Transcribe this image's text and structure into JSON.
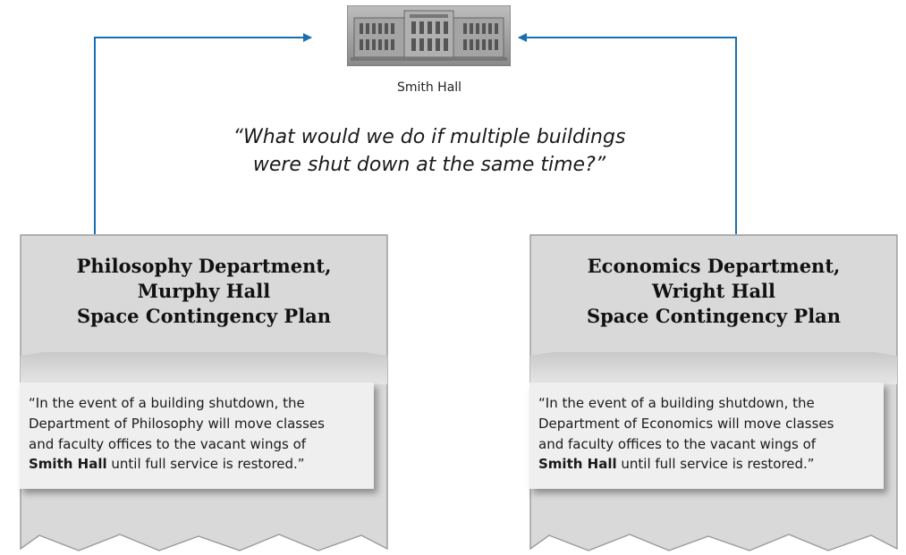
{
  "building": {
    "icon": "building-icon",
    "caption": "Smith Hall"
  },
  "question": {
    "line1": "“What would we do if multiple buildings",
    "line2": "were shut down at the same time?”"
  },
  "documents": [
    {
      "title": [
        "Philosophy Department,",
        "Murphy Hall",
        "Space Contingency Plan"
      ],
      "excerpt_lines": [
        "“In the event of a building shutdown, the",
        "Department of Philosophy will move classes",
        "and faculty offices to the vacant wings of"
      ],
      "excerpt_bold": "Smith Hall",
      "excerpt_tail": " until full service is restored.”"
    },
    {
      "title": [
        "Economics Department,",
        "Wright Hall",
        "Space Contingency Plan"
      ],
      "excerpt_lines": [
        "“In the event of a building shutdown, the",
        "Department of Economics will move classes",
        "and faculty offices to the vacant wings of"
      ],
      "excerpt_bold": "Smith Hall",
      "excerpt_tail": " until full service is restored.”"
    }
  ],
  "colors": {
    "arrow": "#1a6fb3",
    "paper": "#d9d9d9",
    "paper_border": "#9a9a9a",
    "excerpt_bg": "#efefef"
  }
}
